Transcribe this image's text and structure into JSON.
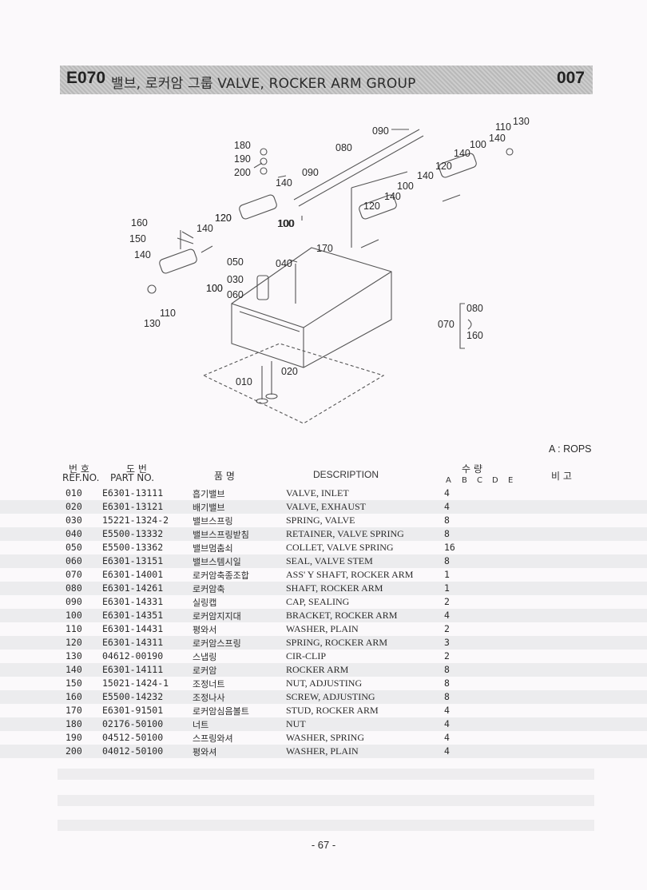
{
  "header": {
    "code": "E070",
    "title": "밸브, 로커암 그룹 VALVE, ROCKER ARM GROUP",
    "page_code": "007"
  },
  "diagram": {
    "labels": [
      "180",
      "190",
      "200",
      "090",
      "080",
      "090",
      "110",
      "130",
      "140",
      "100",
      "140",
      "120",
      "140",
      "100",
      "120",
      "140",
      "100",
      "140",
      "120",
      "100",
      "160",
      "150",
      "140",
      "120",
      "140",
      "100",
      "050",
      "040",
      "170",
      "030",
      "060",
      "100",
      "110",
      "130",
      "080",
      "070",
      "160",
      "020",
      "010"
    ]
  },
  "note": "A : ROPS",
  "table": {
    "headers": {
      "ref_kr": "번 호",
      "ref_en": "REF.NO.",
      "part_kr": "도 번",
      "part_en": "PART NO.",
      "name_kr": "품 명",
      "description": "DESCRIPTION",
      "qty_kr": "수 량",
      "qty_cols": [
        "A",
        "B",
        "C",
        "D",
        "E"
      ],
      "remarks_kr": "비 고"
    },
    "rows": [
      {
        "ref": "010",
        "part": "E6301-13111",
        "kr": "흡기밸브",
        "desc": "VALVE, INLET",
        "qty": "4"
      },
      {
        "ref": "020",
        "part": "E6301-13121",
        "kr": "배기밸브",
        "desc": "VALVE, EXHAUST",
        "qty": "4"
      },
      {
        "ref": "030",
        "part": "15221-1324-2",
        "kr": "밸브스프링",
        "desc": "SPRING, VALVE",
        "qty": "8"
      },
      {
        "ref": "040",
        "part": "E5500-13332",
        "kr": "밸브스프링받침",
        "desc": "RETAINER, VALVE SPRING",
        "qty": "8"
      },
      {
        "ref": "050",
        "part": "E5500-13362",
        "kr": "밸브멈춤쇠",
        "desc": "COLLET, VALVE SPRING",
        "qty": "16"
      },
      {
        "ref": "060",
        "part": "E6301-13151",
        "kr": "밸브스템시일",
        "desc": "SEAL, VALVE STEM",
        "qty": "8"
      },
      {
        "ref": "070",
        "part": "E6301-14001",
        "kr": "로커암축종조합",
        "desc": "ASS' Y SHAFT, ROCKER ARM",
        "qty": "1"
      },
      {
        "ref": "080",
        "part": "E6301-14261",
        "kr": "로커암축",
        "desc": "SHAFT, ROCKER ARM",
        "qty": "1"
      },
      {
        "ref": "090",
        "part": "E6301-14331",
        "kr": "실링캡",
        "desc": "CAP, SEALING",
        "qty": "2"
      },
      {
        "ref": "100",
        "part": "E6301-14351",
        "kr": "로커암지지대",
        "desc": "BRACKET, ROCKER ARM",
        "qty": "4"
      },
      {
        "ref": "110",
        "part": "E6301-14431",
        "kr": "평와서",
        "desc": "WASHER, PLAIN",
        "qty": "2"
      },
      {
        "ref": "120",
        "part": "E6301-14311",
        "kr": "로커암스프링",
        "desc": "SPRING, ROCKER ARM",
        "qty": "3"
      },
      {
        "ref": "130",
        "part": "04612-00190",
        "kr": "스냅링",
        "desc": "CIR-CLIP",
        "qty": "2"
      },
      {
        "ref": "140",
        "part": "E6301-14111",
        "kr": "로커암",
        "desc": "ROCKER ARM",
        "qty": "8"
      },
      {
        "ref": "150",
        "part": "15021-1424-1",
        "kr": "조정너트",
        "desc": "NUT, ADJUSTING",
        "qty": "8"
      },
      {
        "ref": "160",
        "part": "E5500-14232",
        "kr": "조정나사",
        "desc": "SCREW, ADJUSTING",
        "qty": "8"
      },
      {
        "ref": "170",
        "part": "E6301-91501",
        "kr": "로커암심음볼트",
        "desc": "STUD, ROCKER ARM",
        "qty": "4"
      },
      {
        "ref": "180",
        "part": "02176-50100",
        "kr": "너트",
        "desc": "NUT",
        "qty": "4"
      },
      {
        "ref": "190",
        "part": "04512-50100",
        "kr": "스프링와셔",
        "desc": "WASHER, SPRING",
        "qty": "4"
      },
      {
        "ref": "200",
        "part": "04012-50100",
        "kr": "평와셔",
        "desc": "WASHER, PLAIN",
        "qty": "4"
      }
    ]
  },
  "footer": {
    "page_number": "- 67 -"
  }
}
